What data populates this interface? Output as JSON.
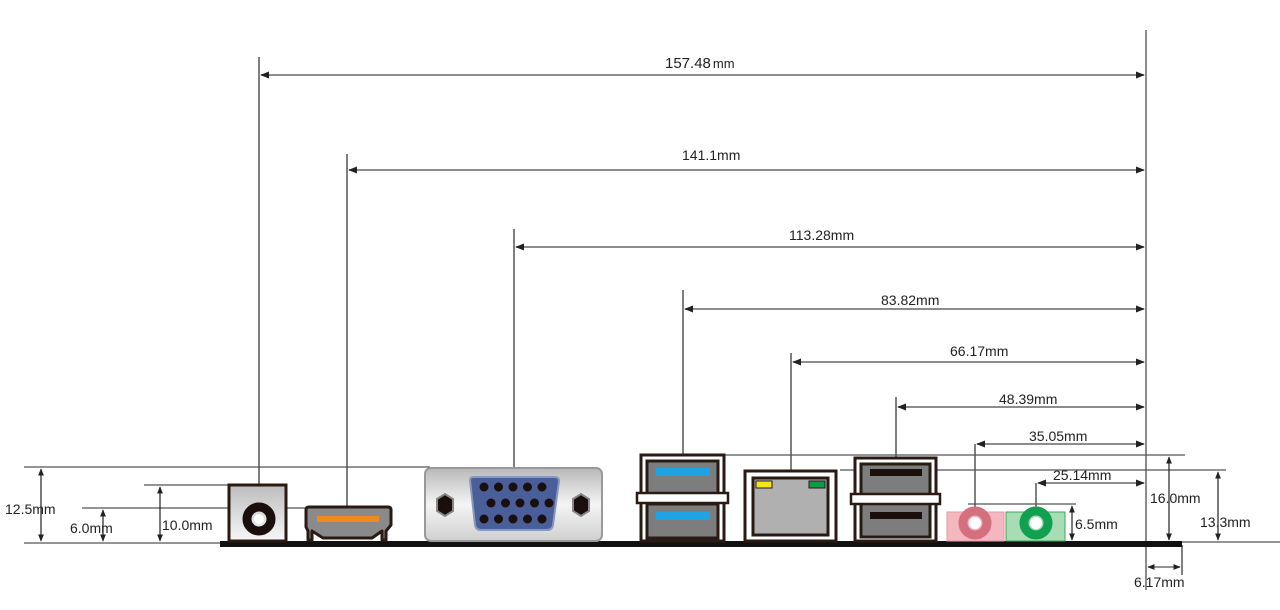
{
  "title": "I/O panel dimension drawing",
  "colors": {
    "line": "#555555",
    "board": "#111111",
    "usb3_tongue": "#1fa3e4",
    "lan_led_left": "#f3e51b",
    "lan_led_right": "#0e9a4a",
    "vga_body": "#4a5e9a",
    "hdmi_tongue": "#f08a1a",
    "audio_pink": "#f4b6bf",
    "audio_pink_ring": "#d4707e",
    "audio_green": "#a8dcb4",
    "audio_green_ring": "#10a050"
  },
  "horizontal_dimensions": [
    {
      "id": "dc-jack",
      "label_value": "157.48",
      "label_unit": "mm"
    },
    {
      "id": "hdmi",
      "label": "141.1mm"
    },
    {
      "id": "vga",
      "label": "113.28mm"
    },
    {
      "id": "usb3",
      "label": "83.82mm"
    },
    {
      "id": "lan",
      "label": "66.17mm"
    },
    {
      "id": "usb2",
      "label": "48.39mm"
    },
    {
      "id": "audio-pink",
      "label": "35.05mm"
    },
    {
      "id": "audio-green",
      "label": "25.14mm"
    },
    {
      "id": "edge-offset",
      "label": "6.17mm"
    }
  ],
  "vertical_dimensions": [
    {
      "id": "max-height-left",
      "label": "12.5mm"
    },
    {
      "id": "dc-center",
      "label": "6.0mm"
    },
    {
      "id": "dc-height",
      "label": "10.0mm"
    },
    {
      "id": "audio-height",
      "label": "6.5mm"
    },
    {
      "id": "usb-height",
      "label": "16.0mm"
    },
    {
      "id": "lan-height",
      "label": "13.3mm"
    }
  ],
  "connectors": [
    {
      "id": "dc-jack",
      "name": "DC power jack"
    },
    {
      "id": "hdmi",
      "name": "HDMI"
    },
    {
      "id": "vga",
      "name": "VGA"
    },
    {
      "id": "usb3",
      "name": "USB 3.0 dual"
    },
    {
      "id": "lan",
      "name": "RJ45 LAN"
    },
    {
      "id": "usb2",
      "name": "USB 2.0 dual"
    },
    {
      "id": "audio-pink",
      "name": "Mic-in jack"
    },
    {
      "id": "audio-green",
      "name": "Line-out jack"
    }
  ]
}
